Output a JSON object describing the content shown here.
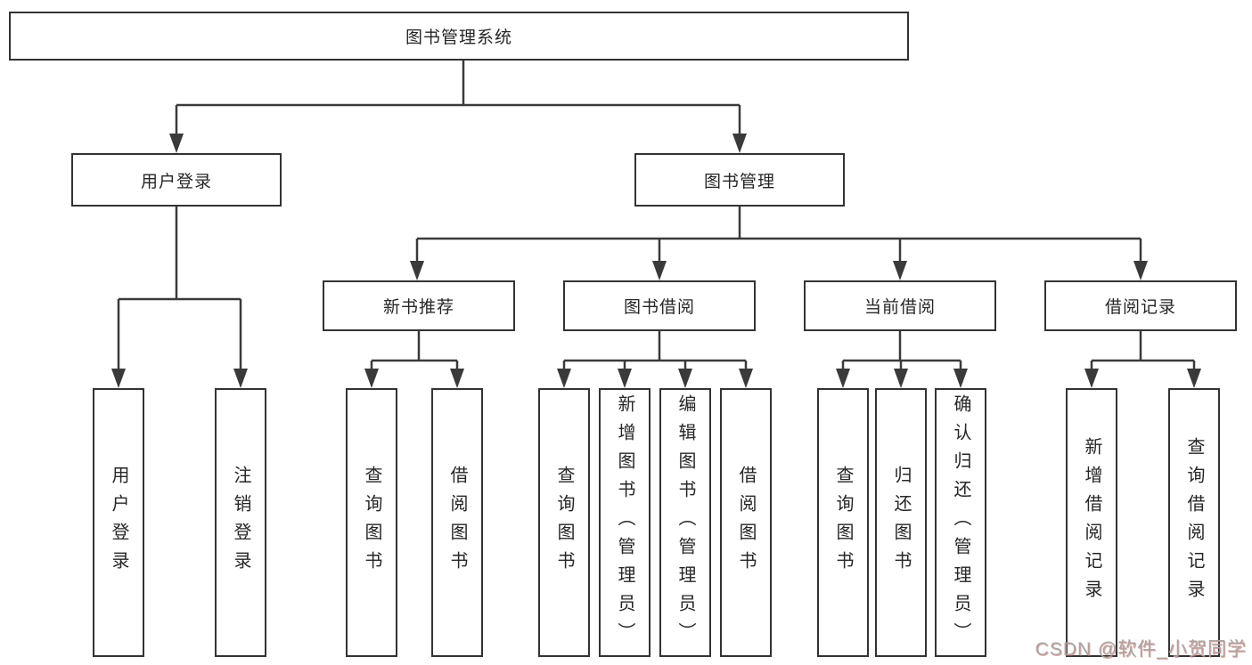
{
  "diagram": {
    "root": {
      "label": "图书管理系统"
    },
    "branches": [
      {
        "label": "用户登录",
        "leaves": [
          {
            "label": "用户登录"
          },
          {
            "label": "注销登录"
          }
        ]
      },
      {
        "label": "图书管理",
        "groups": [
          {
            "label": "新书推荐",
            "leaves": [
              {
                "label": "查询图书"
              },
              {
                "label": "借阅图书"
              }
            ]
          },
          {
            "label": "图书借阅",
            "leaves": [
              {
                "label": "查询图书"
              },
              {
                "label": "新增图书（管理员）"
              },
              {
                "label": "编辑图书（管理员）"
              },
              {
                "label": "借阅图书"
              }
            ]
          },
          {
            "label": "当前借阅",
            "leaves": [
              {
                "label": "查询图书"
              },
              {
                "label": "归还图书"
              },
              {
                "label": "确认归还（管理员）"
              }
            ]
          },
          {
            "label": "借阅记录",
            "leaves": [
              {
                "label": "新增借阅记录"
              },
              {
                "label": "查询借阅记录"
              }
            ]
          }
        ]
      }
    ]
  },
  "watermark": {
    "text": "CSDN @软件_小贺同学"
  },
  "colors": {
    "line": "#3a3a3a",
    "border": "#333333",
    "text": "#262626",
    "watermark": "#a6a6a6",
    "background": "#ffffff"
  }
}
